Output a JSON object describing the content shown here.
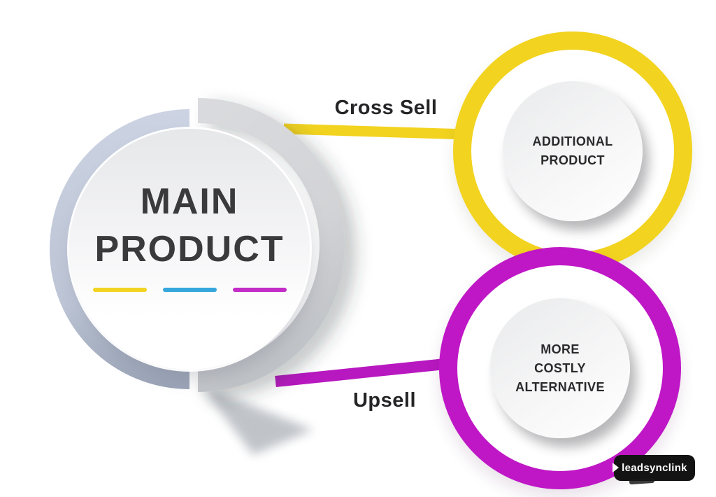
{
  "main_circle": {
    "title_line1": "MAIN",
    "title_line2": "PRODUCT"
  },
  "connectors": {
    "cross_sell_label": "Cross Sell",
    "upsell_label": "Upsell"
  },
  "additional_product": {
    "line1": "ADDITIONAL",
    "line2": "PRODUCT"
  },
  "costly_alternative": {
    "line1": "MORE",
    "line2": "COSTLY",
    "line3": "ALTERNATIVE"
  },
  "watermark": {
    "label": "leadsynclink"
  },
  "colors": {
    "yellow": "#f2d31f",
    "magenta": "#bf17c6",
    "blue_dash": "#35a7dc",
    "blue_gray_ring": "#c6cddd",
    "gray_ring": "#d6d7d9",
    "text_dark": "#3a3a3c"
  }
}
